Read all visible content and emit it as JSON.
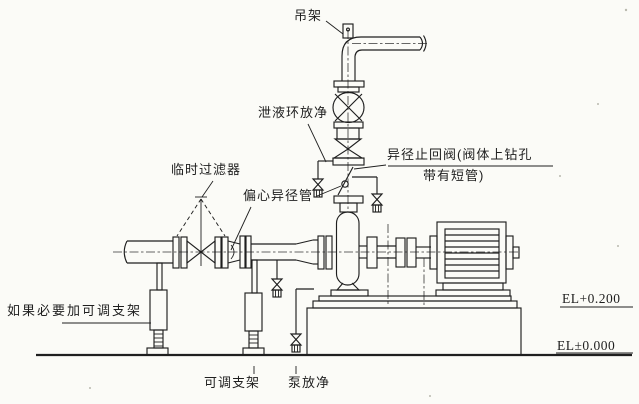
{
  "colors": {
    "line": "#1f1f1f",
    "background": "#fbfbf7"
  },
  "labels": {
    "hanger": "吊架",
    "seal_flush_drain": "泄液环放净",
    "temporary_strainer": "临时过滤器",
    "eccentric_reducer": "偏心异径管",
    "reducing_check_valve_line1": "异径止回阀(阀体上钻孔",
    "reducing_check_valve_line2": "带有短管)",
    "adjustable_support_note": "如果必要加可调支架",
    "adjustable_support": "可调支架",
    "pump_drain": "泵放净",
    "elevation_baseplate": "EL+0.200",
    "elevation_ground": "EL±0.000"
  }
}
